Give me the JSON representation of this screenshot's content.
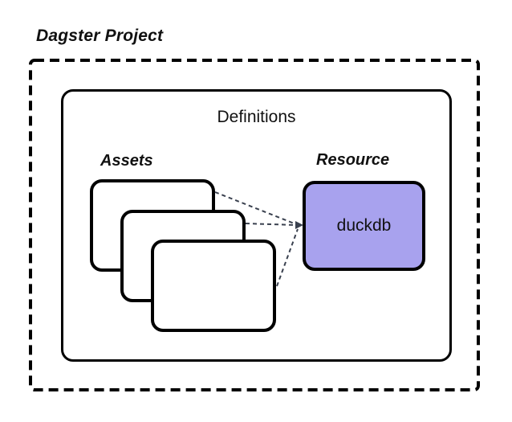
{
  "diagram": {
    "title": "Dagster Project",
    "definitions": {
      "label": "Definitions"
    },
    "assets": {
      "label": "Assets",
      "card_count": 3
    },
    "resource": {
      "label": "Resource",
      "name": "duckdb"
    },
    "connectors": {
      "count": 3,
      "style": "dashed-arrow",
      "direction": "assets-to-resource"
    },
    "colors": {
      "background": "#ffffff",
      "box_border": "#000000",
      "resource_fill": "#a8a2ee",
      "connector": "#3a414f"
    }
  }
}
